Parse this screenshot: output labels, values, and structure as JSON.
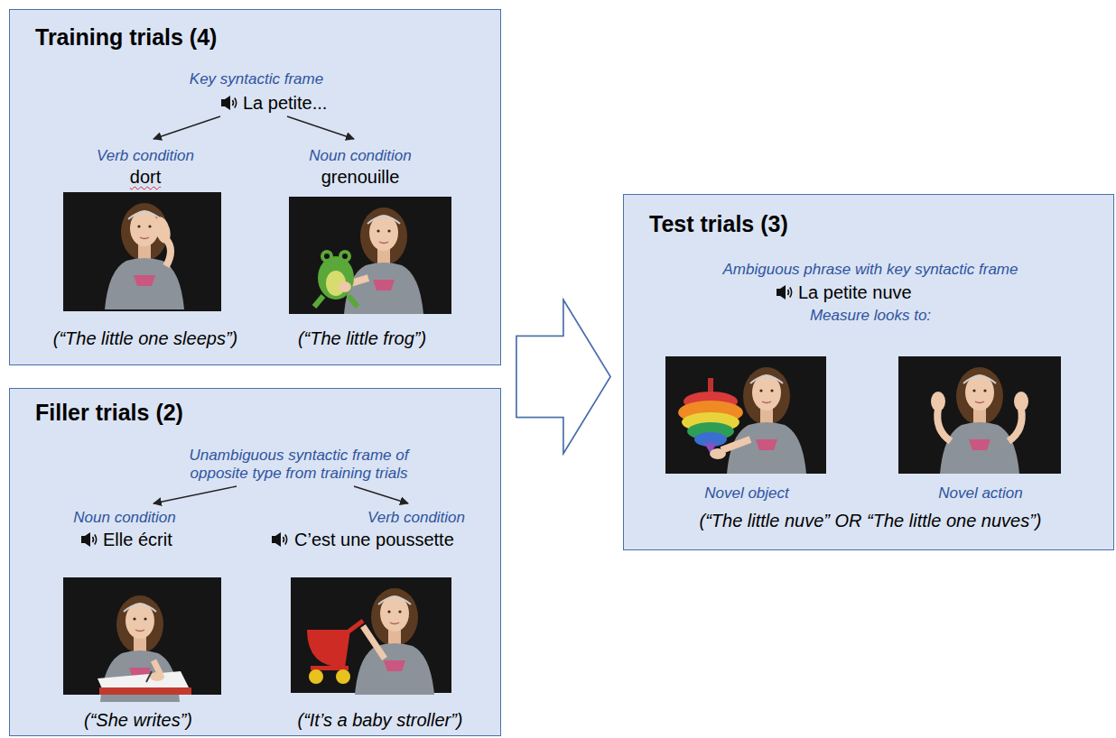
{
  "diagram": {
    "nodes": [
      {
        "text": [
          "Training trials (4)",
          "Key syntactic frame",
          "La petite...",
          "Verb condition",
          "dort",
          "Noun condition",
          "grenouille",
          "(“The little one sleeps”)",
          "(“The little frog”)"
        ]
      },
      {
        "text": [
          "Filler trials (2)",
          "Unambiguous syntactic frame of opposite type from training trials",
          "Noun condition",
          "Verb condition",
          "Elle écrit",
          "C’est une poussette",
          "(“She writes”)",
          "(“It’s a baby stroller”)"
        ]
      },
      {
        "text": [
          "Test trials (3)",
          "Ambiguous phrase with key syntactic frame",
          "La petite nuve",
          "Measure looks to:",
          "Novel object",
          "Novel action",
          "(“The little nuve” OR “The little one nuves”)"
        ]
      }
    ],
    "edges": [
      {
        "from": 0,
        "to": 2,
        "arrow": "to"
      },
      {
        "from": 1,
        "to": 2,
        "arrow": "to"
      }
    ]
  }
}
